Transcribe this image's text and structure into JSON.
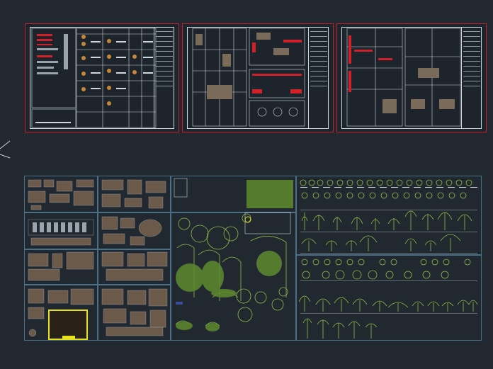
{
  "colors": {
    "background": "#212830",
    "sheet_border": "#c8202a",
    "frame_line": "#cfd6dc",
    "library_frame": "#4a6f88",
    "tree_green": "#8fbf4a",
    "furniture": "#6b5a4a",
    "selection_yellow": "#e6e21a",
    "red_block": "#d0202a"
  },
  "canvas": {
    "description_icon": "crosshair-cursor-icon"
  },
  "layout_sheets": [
    {
      "id": "sheet-1",
      "content": "block-legend"
    },
    {
      "id": "sheet-2",
      "content": "plan-drawings"
    },
    {
      "id": "sheet-3",
      "content": "detail-drawings"
    }
  ],
  "library": {
    "sections": [
      "furniture-blocks",
      "landscape-plan-blocks",
      "tree-elevation-blocks"
    ],
    "selected_block": "highlighted-block"
  }
}
